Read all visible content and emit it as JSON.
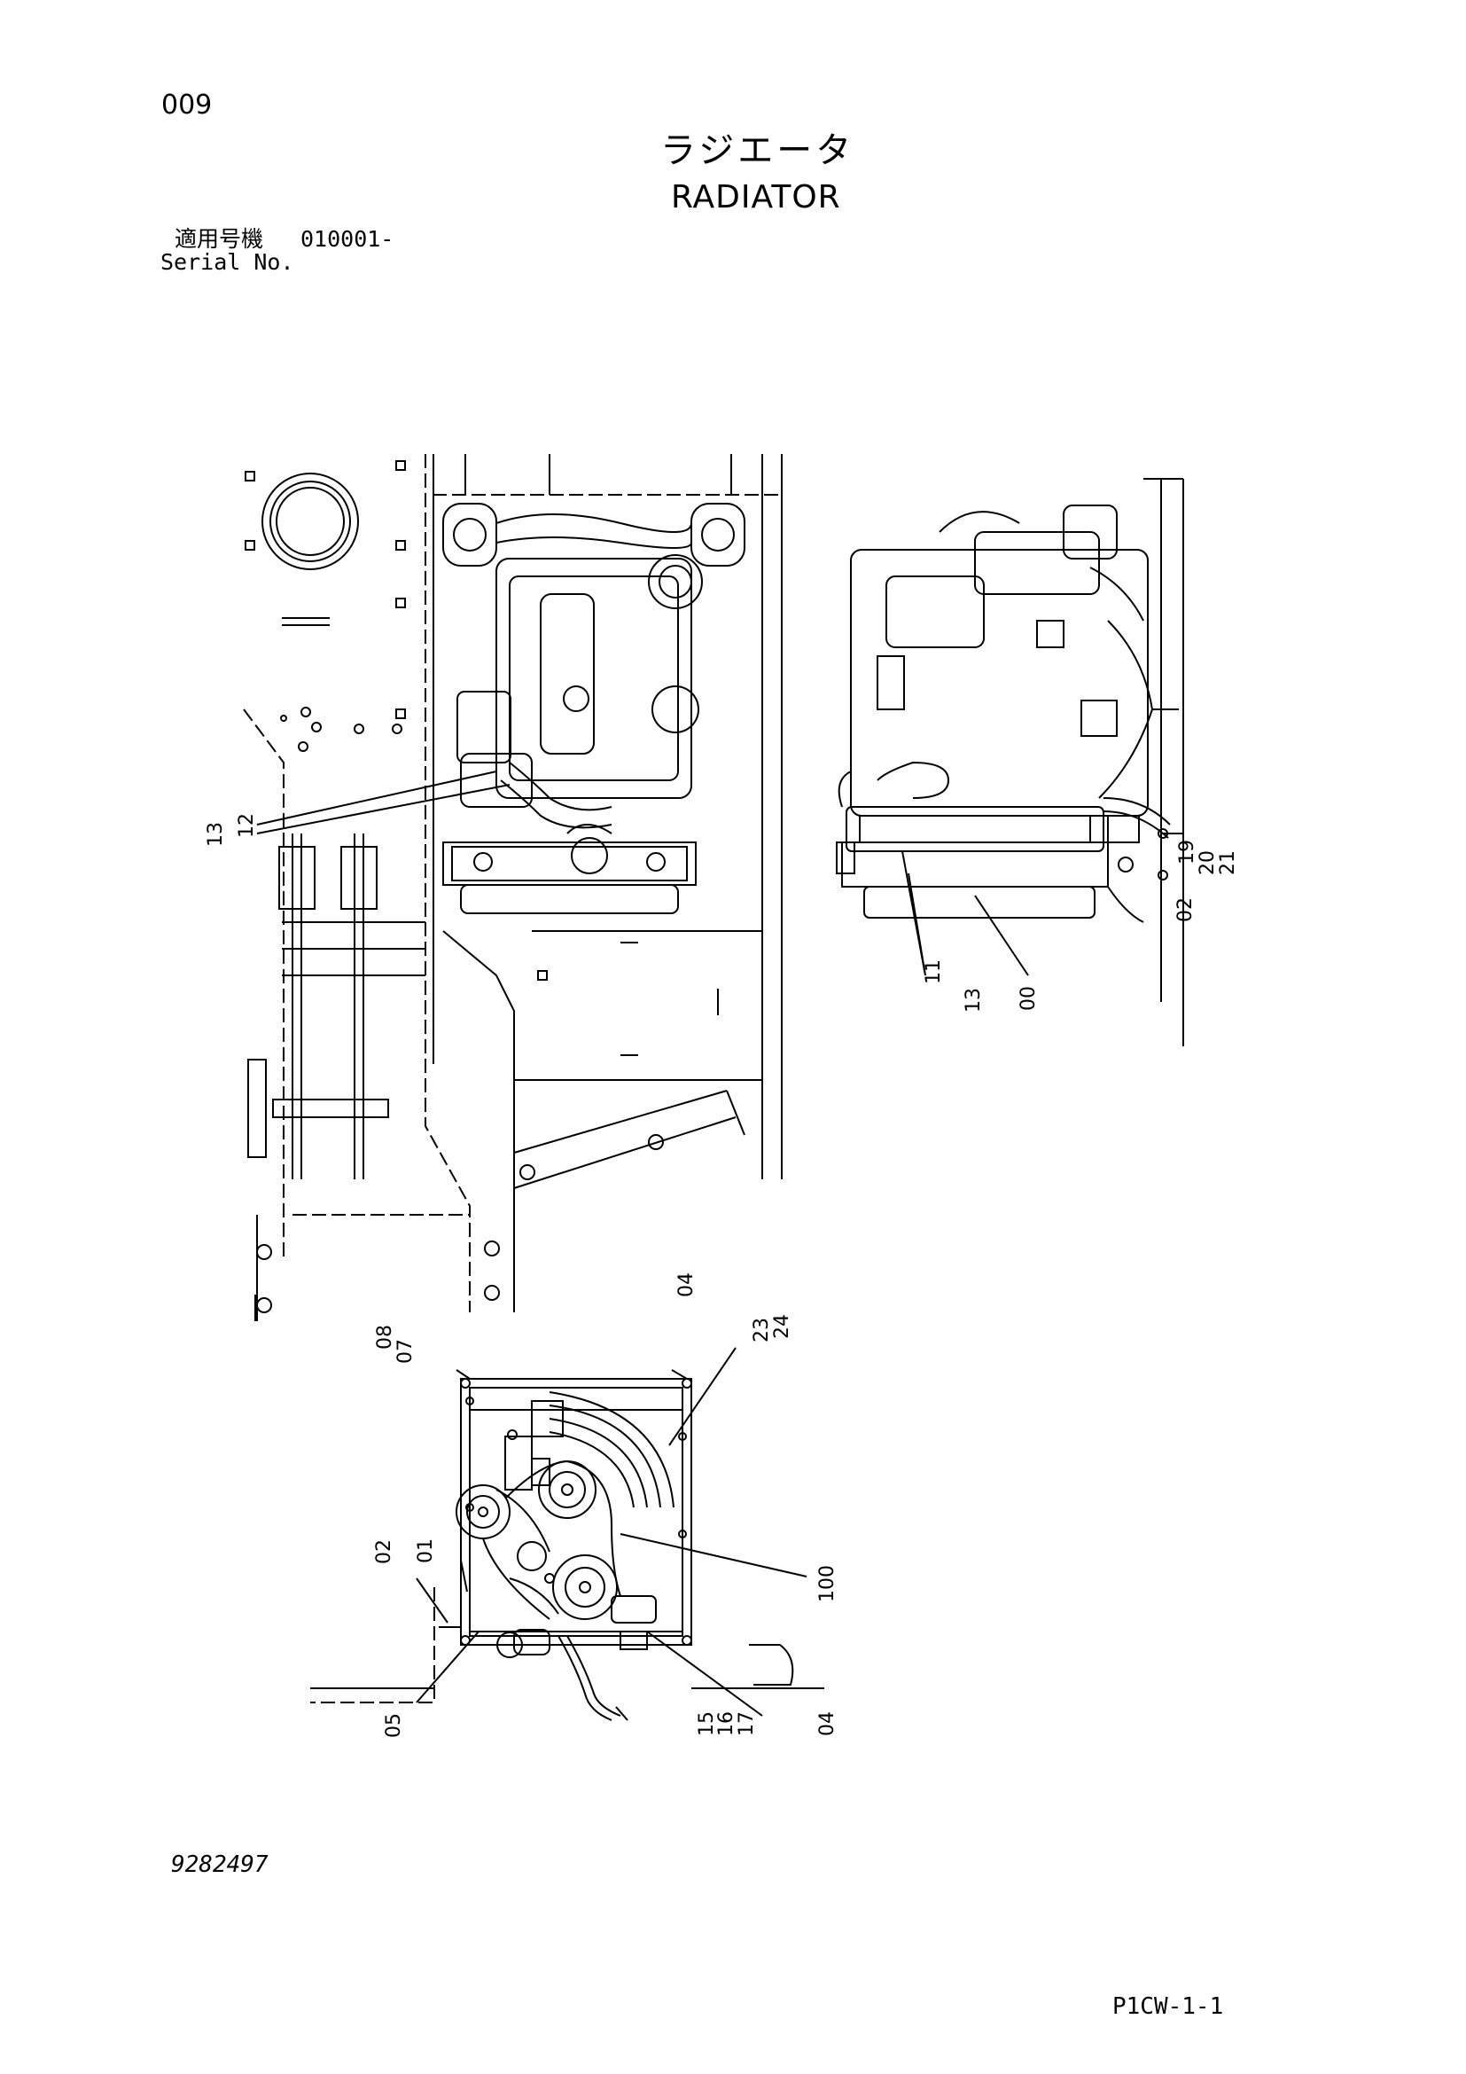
{
  "header": {
    "page_number": "009",
    "title_jp": "ラジエータ",
    "title_en": "RADIATOR",
    "serial_label_jp": "適用号機",
    "serial_value": "010001-",
    "serial_label_en": "Serial No."
  },
  "callouts": {
    "top_left_a": "13",
    "top_left_b": "12",
    "right_a": "19",
    "right_b": "20",
    "right_c": "21",
    "right_d": "02",
    "right_e": "11",
    "right_f": "13",
    "right_g": "00",
    "bottom_04_top": "04",
    "bottom_08": "08",
    "bottom_07": "07",
    "bottom_23": "23",
    "bottom_24": "24",
    "bottom_02": "02",
    "bottom_01": "01",
    "bottom_100": "100",
    "bottom_05": "05",
    "bottom_15": "15",
    "bottom_16": "16",
    "bottom_17": "17",
    "bottom_04_bottom": "04"
  },
  "footer": {
    "document_number": "9282497",
    "page_code": "P1CW-1-1"
  }
}
